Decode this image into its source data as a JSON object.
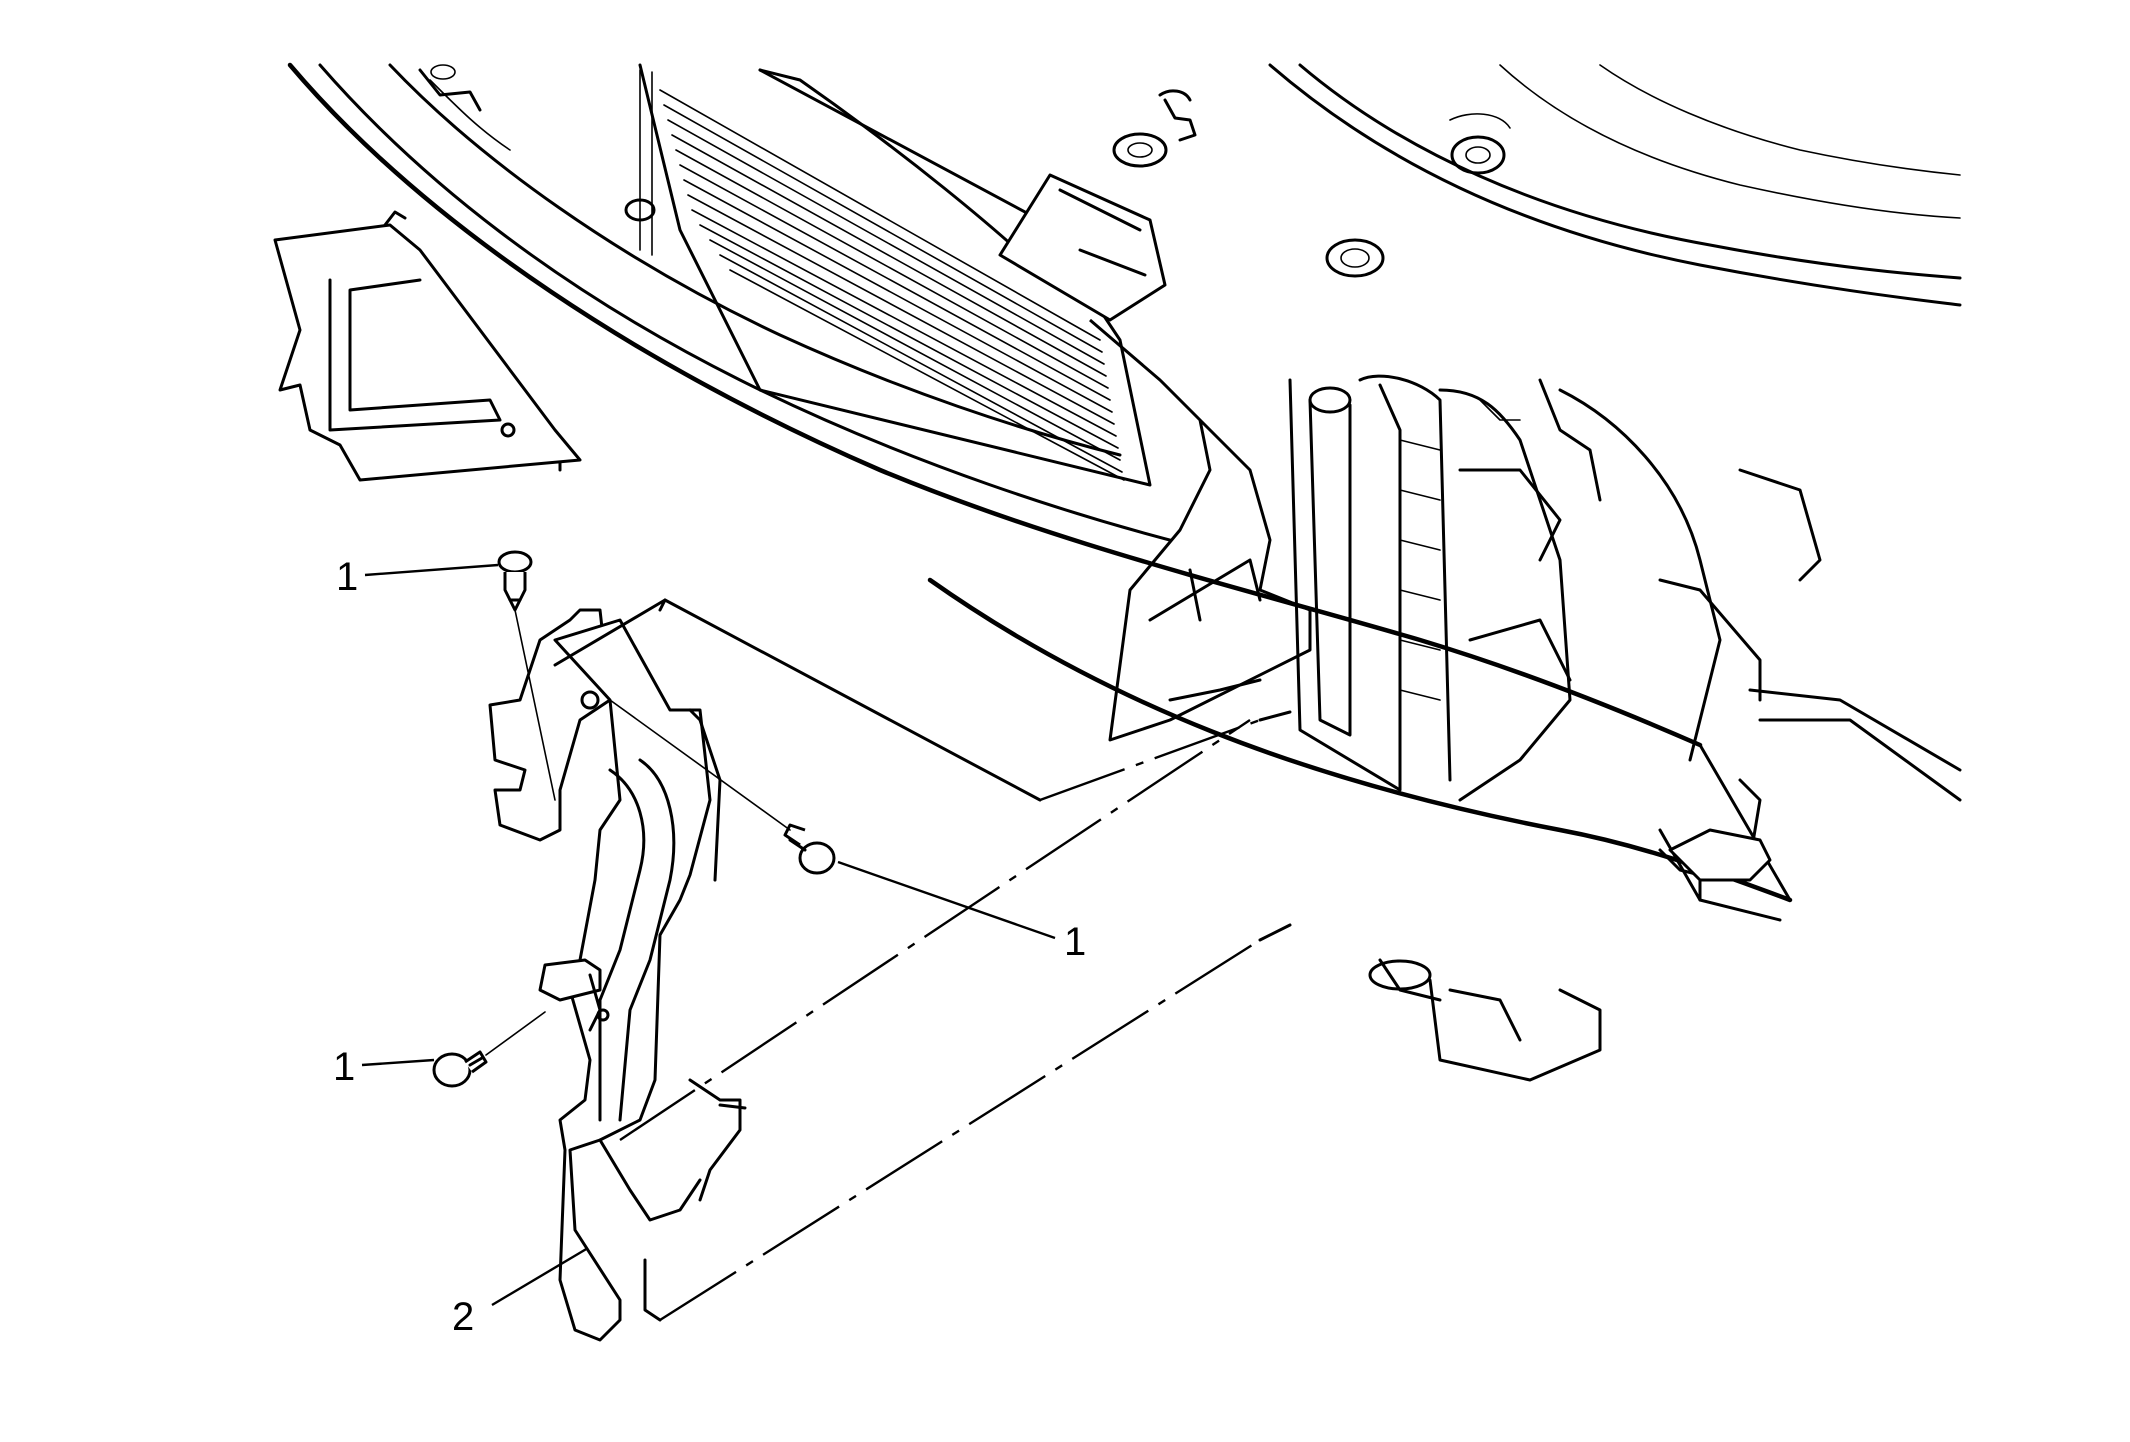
{
  "callouts": [
    {
      "id": "callout-1-top",
      "text": "1"
    },
    {
      "id": "callout-1-middle",
      "text": "1"
    },
    {
      "id": "callout-1-bottom",
      "text": "1"
    },
    {
      "id": "callout-2",
      "text": "2"
    }
  ],
  "colors": {
    "line": "#000000",
    "background": "#ffffff"
  }
}
